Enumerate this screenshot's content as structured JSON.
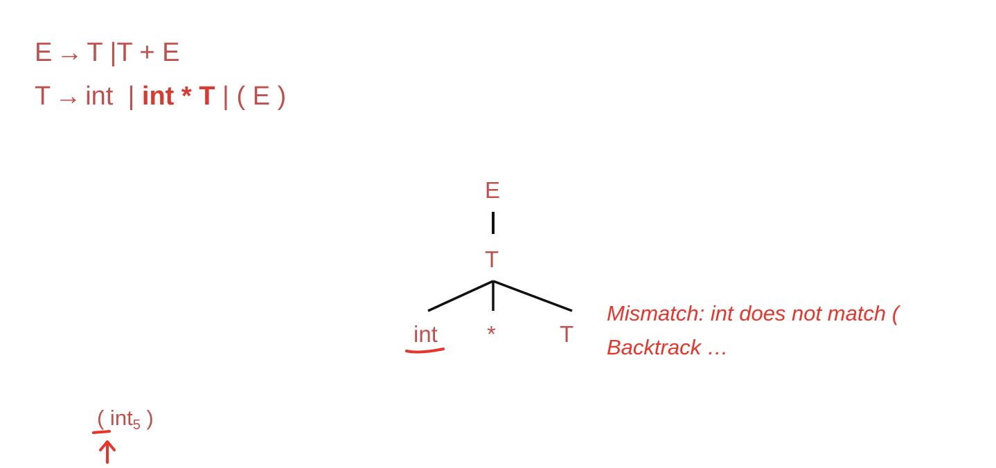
{
  "grammar": {
    "rule1": {
      "lhs": "E",
      "arrow": "→",
      "rhs": "T |T + E"
    },
    "rule2": {
      "lhs": "T",
      "arrow": "→",
      "alt1": "int  |",
      "alt2_bold": "int * T",
      "alt3": "| ( E )"
    }
  },
  "tree": {
    "root": "E",
    "child": "T",
    "leaf_left": "int",
    "leaf_middle": "*",
    "leaf_right": "T"
  },
  "annotation": {
    "line1": "Mismatch: int does not match (",
    "line2": "Backtrack …"
  },
  "input": {
    "text": "( int",
    "subscript": "5",
    "close": " )"
  },
  "colors": {
    "grammar_text": "#c0504d",
    "highlight": "#e8352b",
    "tree_edges": "#111111"
  }
}
